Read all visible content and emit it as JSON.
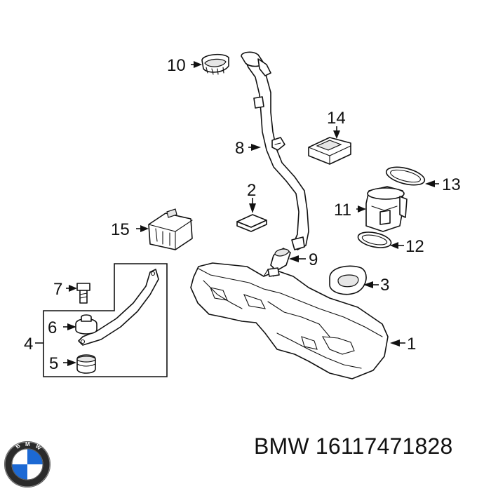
{
  "callouts": {
    "c1": "1",
    "c2": "2",
    "c3": "3",
    "c4": "4",
    "c5": "5",
    "c6": "6",
    "c7": "7",
    "c8": "8",
    "c9": "9",
    "c10": "10",
    "c11": "11",
    "c12": "12",
    "c13": "13",
    "c14": "14",
    "c15": "15"
  },
  "footer": {
    "brand": "BMW",
    "part_number": "16117471828"
  },
  "logo": {
    "name": "bmw-roundel",
    "colors": {
      "blue": "#1c69d4",
      "ring": "#111111",
      "white": "#ffffff"
    }
  }
}
